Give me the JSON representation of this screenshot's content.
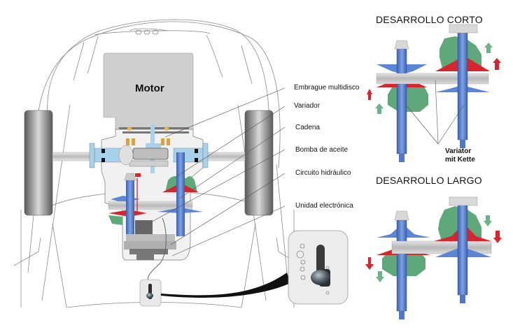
{
  "diagram": {
    "car": {
      "motor_label": "Motor"
    },
    "callouts": [
      {
        "label": "Embrague multidisco"
      },
      {
        "label": "Variador"
      },
      {
        "label": "Cadena"
      },
      {
        "label": "Bomba de aceite"
      },
      {
        "label": "Circuito hidráulico"
      },
      {
        "label": "Unidad electrónica"
      }
    ],
    "panels": [
      {
        "title": "DESARROLLO CORTO",
        "note_line1": "Variator",
        "note_line2": "mit Kette"
      },
      {
        "title": "DESARROLLO LARGO"
      }
    ],
    "colors": {
      "shaft_blue": "#4f78c8",
      "cone_blue": "#5b86d6",
      "piston_red": "#d8242c",
      "housing_green": "#5fa879",
      "arrow_red": "#d8242c",
      "arrow_green": "#6cb389",
      "motor_gray": "#cfcfcf",
      "chain_gray": "#c8c8c8",
      "axle_lightblue": "#a9d2ea"
    }
  }
}
